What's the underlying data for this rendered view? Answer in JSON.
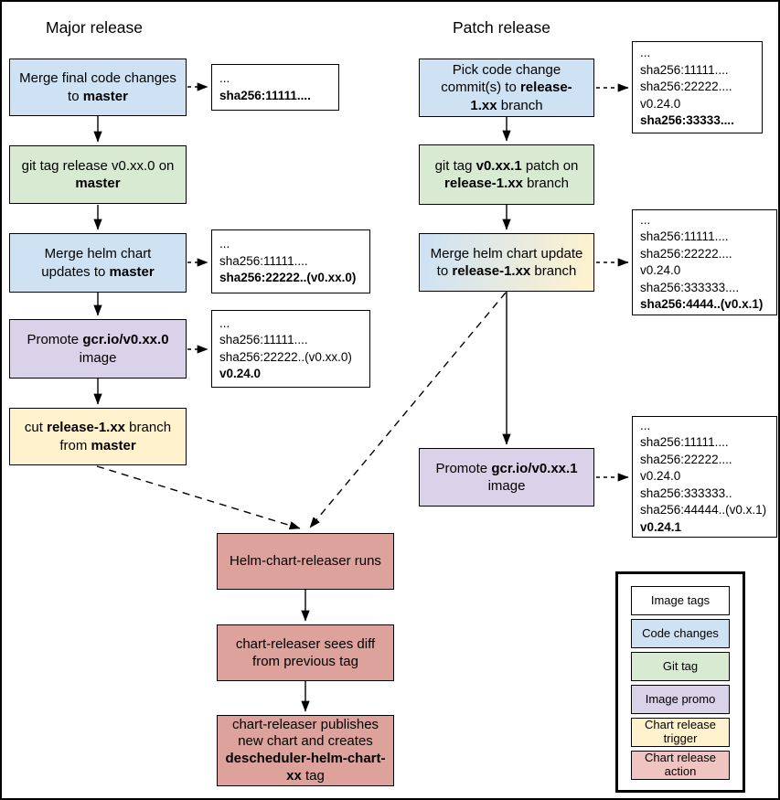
{
  "headings": {
    "major": "Major release",
    "patch": "Patch release"
  },
  "colors": {
    "code_changes": "#cfe2f3",
    "git_tag": "#d9ead3",
    "image_promo": "#d9d2e9",
    "chart_release_trigger": "#fff2cc",
    "chart_release_action": "#dca29b",
    "legend_action_pink": "#f0c5c1",
    "image_tags_box": "#ffffff",
    "gradient_from": "#cfe2f3",
    "gradient_to": "#fdf2cf",
    "line": "#000000"
  },
  "nodes": {
    "m1": {
      "type": "code-changes",
      "segments": [
        {
          "t": "Merge final code changes to "
        },
        {
          "t": "master",
          "b": true
        }
      ]
    },
    "m2": {
      "type": "git-tag",
      "segments": [
        {
          "t": "git tag release v0.xx.0 on "
        },
        {
          "t": "master",
          "b": true
        }
      ]
    },
    "m3": {
      "type": "code-changes",
      "segments": [
        {
          "t": "Merge helm chart updates to "
        },
        {
          "t": "master",
          "b": true
        }
      ]
    },
    "m4": {
      "type": "image-promo",
      "segments": [
        {
          "t": "Promote "
        },
        {
          "t": "gcr.io/v0.xx.0",
          "b": true
        },
        {
          "t": " image"
        }
      ]
    },
    "m5": {
      "type": "chart-trigger",
      "segments": [
        {
          "t": "cut "
        },
        {
          "t": "release-1.xx",
          "b": true
        },
        {
          "t": " branch from "
        },
        {
          "t": "master",
          "b": true
        }
      ]
    },
    "p1": {
      "type": "code-changes",
      "segments": [
        {
          "t": "Pick code change commit(s) to "
        },
        {
          "t": "release-1.xx",
          "b": true
        },
        {
          "t": " branch"
        }
      ]
    },
    "p2": {
      "type": "git-tag",
      "segments": [
        {
          "t": "git tag "
        },
        {
          "t": "v0.xx.1",
          "b": true
        },
        {
          "t": " patch on "
        },
        {
          "t": "release-1.xx",
          "b": true
        },
        {
          "t": " branch"
        }
      ]
    },
    "p3": {
      "type": "gradient",
      "segments": [
        {
          "t": "Merge helm chart update to "
        },
        {
          "t": "release-1.xx",
          "b": true
        },
        {
          "t": " branch"
        }
      ]
    },
    "p4": {
      "type": "image-promo",
      "segments": [
        {
          "t": "Promote "
        },
        {
          "t": "gcr.io/v0.xx.1",
          "b": true
        },
        {
          "t": " image"
        }
      ]
    },
    "a1": {
      "type": "chart-action",
      "segments": [
        {
          "t": "Helm-chart-releaser runs"
        }
      ]
    },
    "a2": {
      "type": "chart-action",
      "segments": [
        {
          "t": "chart-releaser sees diff from previous tag"
        }
      ]
    },
    "a3": {
      "type": "chart-action",
      "segments": [
        {
          "t": "chart-releaser publishes new chart and creates "
        },
        {
          "t": "descheduler-helm-chart-xx",
          "b": true
        },
        {
          "t": " tag"
        }
      ]
    }
  },
  "tag_boxes": {
    "t1": {
      "lines": [
        {
          "t": "..."
        },
        {
          "t": "sha256:11111....",
          "b": true
        }
      ]
    },
    "t2": {
      "lines": [
        {
          "t": "..."
        },
        {
          "t": "sha256:11111...."
        },
        {
          "t": "sha256:22222..(v0.xx.0)",
          "b": true
        }
      ]
    },
    "t3": {
      "lines": [
        {
          "t": "..."
        },
        {
          "t": "sha256:11111...."
        },
        {
          "t": "sha256:22222..(v0.xx.0)"
        },
        {
          "t": "v0.24.0",
          "b": true
        }
      ]
    },
    "t4": {
      "lines": [
        {
          "t": "..."
        },
        {
          "t": "sha256:11111...."
        },
        {
          "t": "sha256:22222...."
        },
        {
          "t": "v0.24.0"
        },
        {
          "t": "sha256:33333....",
          "b": true
        }
      ]
    },
    "t5": {
      "lines": [
        {
          "t": "..."
        },
        {
          "t": "sha256:11111...."
        },
        {
          "t": "sha256:22222...."
        },
        {
          "t": "v0.24.0"
        },
        {
          "t": "sha256:333333...."
        },
        {
          "t": "sha256:4444..(v0.x.1)",
          "b": true
        }
      ]
    },
    "t6": {
      "lines": [
        {
          "t": "..."
        },
        {
          "t": "sha256:11111...."
        },
        {
          "t": "sha256:22222...."
        },
        {
          "t": "v0.24.0"
        },
        {
          "t": "sha256:333333.."
        },
        {
          "t": "sha256:44444..(v0.x.1)"
        },
        {
          "t": "v0.24.1",
          "b": true
        }
      ]
    }
  },
  "legend": {
    "items": [
      {
        "label": "Image tags",
        "type": "image-tags"
      },
      {
        "label": "Code changes",
        "type": "code-changes"
      },
      {
        "label": "Git tag",
        "type": "git-tag"
      },
      {
        "label": "Image promo",
        "type": "image-promo"
      },
      {
        "label": "Chart release trigger",
        "type": "chart-trigger"
      },
      {
        "label": "Chart release action",
        "type": "legend-action"
      }
    ]
  }
}
